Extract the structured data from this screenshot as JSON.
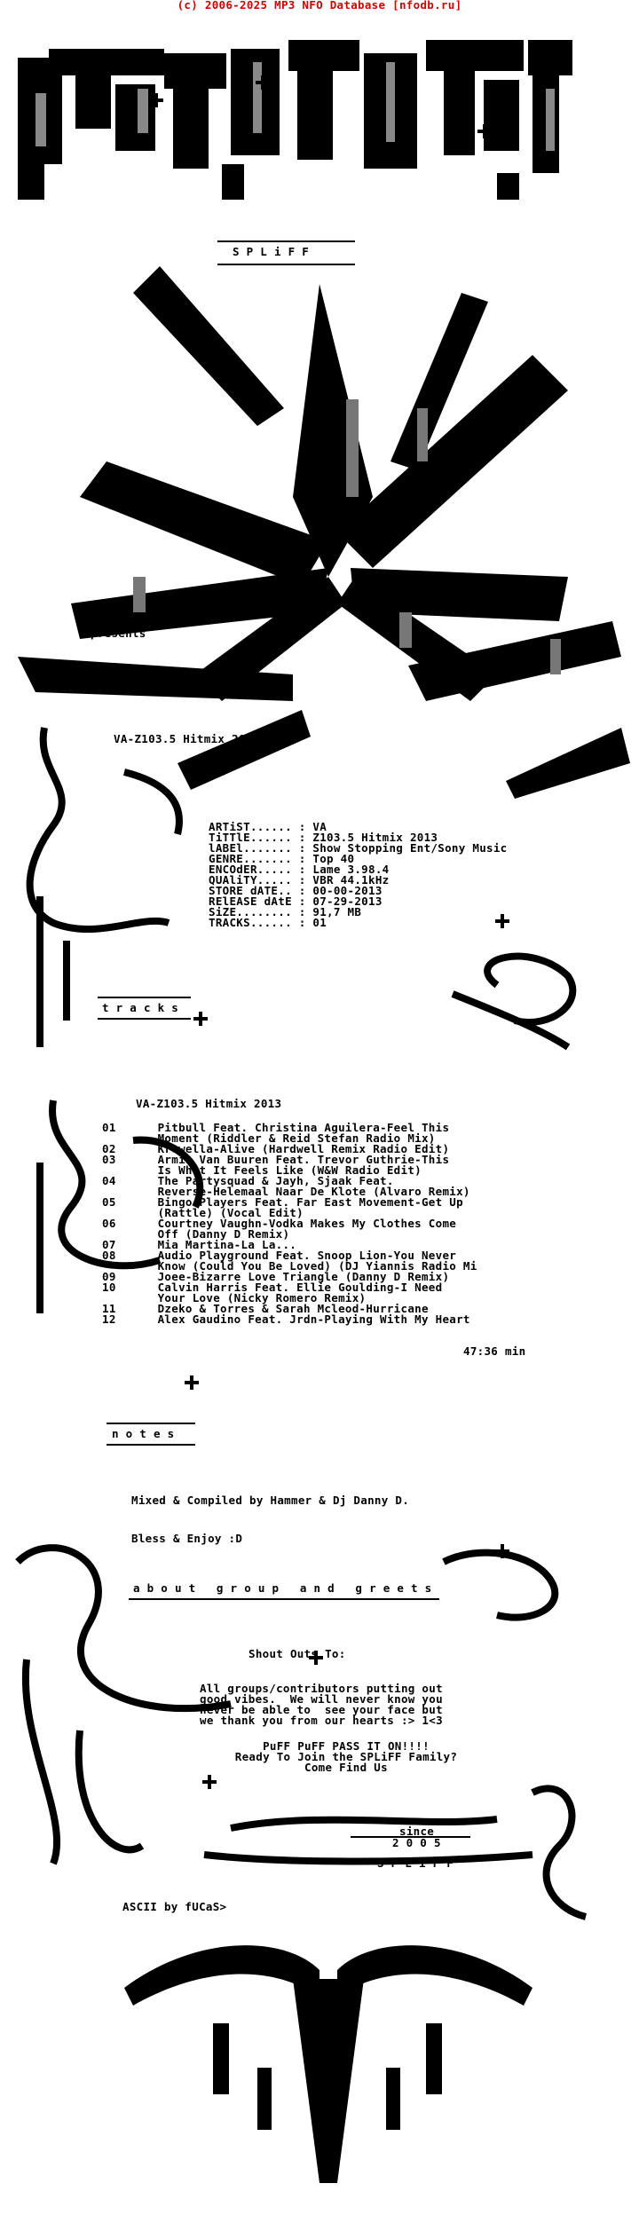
{
  "header": {
    "credit": "(c) 2006-2025 MP3 NFO Database [nfodb.ru]"
  },
  "banner": {
    "group_tag": "S P L i F F",
    "presents": "presents"
  },
  "release": {
    "title": "VA-Z103.5 Hitmix 2013",
    "info": [
      "ARTiST...... : VA",
      "TiTTlE...... : Z103.5 Hitmix 2013",
      "lABEl....... : Show Stopping Ent/Sony Music",
      "GENRE....... : Top 40",
      "ENCOdER..... : Lame 3.98.4",
      "QUAliTY..... : VBR 44.1kHz",
      "STORE dATE.. : 00-00-2013",
      "RElEASE dAtE : 07-29-2013",
      "SiZE........ : 91,7 MB",
      "TRACKS...... : 01"
    ]
  },
  "sections": {
    "tracks": "t r a c k s",
    "notes": "n o t e s",
    "about": "a b o u t   g r o u p   a n d   g r e e t s"
  },
  "tracklist": {
    "heading": "VA-Z103.5 Hitmix 2013",
    "lines": [
      "01      Pitbull Feat. Christina Aguilera-Feel This",
      "        Moment (Riddler & Reid Stefan Radio Mix)",
      "02      Krewella-Alive (Hardwell Remix Radio Edit)",
      "03      Armin Van Buuren Feat. Trevor Guthrie-This",
      "        Is What It Feels Like (W&W Radio Edit)",
      "04      The Partysquad & Jayh, Sjaak Feat.",
      "        Reverse-Helemaal Naar De Klote (Alvaro Remix)",
      "05      Bingo Players Feat. Far East Movement-Get Up",
      "        (Rattle) (Vocal Edit)",
      "06      Courtney Vaughn-Vodka Makes My Clothes Come",
      "        Off (Danny D Remix)",
      "07      Mia Martina-La La...",
      "08      Audio Playground Feat. Snoop Lion-You Never",
      "        Know (Could You Be Loved) (DJ Yiannis Radio Mi",
      "09      Joee-Bizarre Love Triangle (Danny D Remix)",
      "10      Calvin Harris Feat. Ellie Goulding-I Need",
      "        Your Love (Nicky Romero Remix)",
      "11      Dzeko & Torres & Sarah Mcleod-Hurricane",
      "12      Alex Gaudino Feat. Jrdn-Playing With My Heart"
    ],
    "total_time": "47:36 min"
  },
  "notes": {
    "line1": "Mixed & Compiled by Hammer & Dj Danny D.",
    "line2": "Bless & Enjoy :D"
  },
  "greets": {
    "heading": "Shout Outs To:",
    "lines": [
      "All groups/contributors putting out",
      "good vibes.  We will never know you",
      "never be able to  see your face but",
      "we thank you from our hearts :> 1<3"
    ],
    "slogan": [
      "PuFF PuFF PASS IT ON!!!!",
      "Ready To Join the SPLiFF Family?",
      "Come Find Us"
    ]
  },
  "footer": {
    "since": "since",
    "year": "2 0 0 5",
    "group_tag": "S P L i F F",
    "ascii_credit": "ASCII by fUCaS>"
  }
}
